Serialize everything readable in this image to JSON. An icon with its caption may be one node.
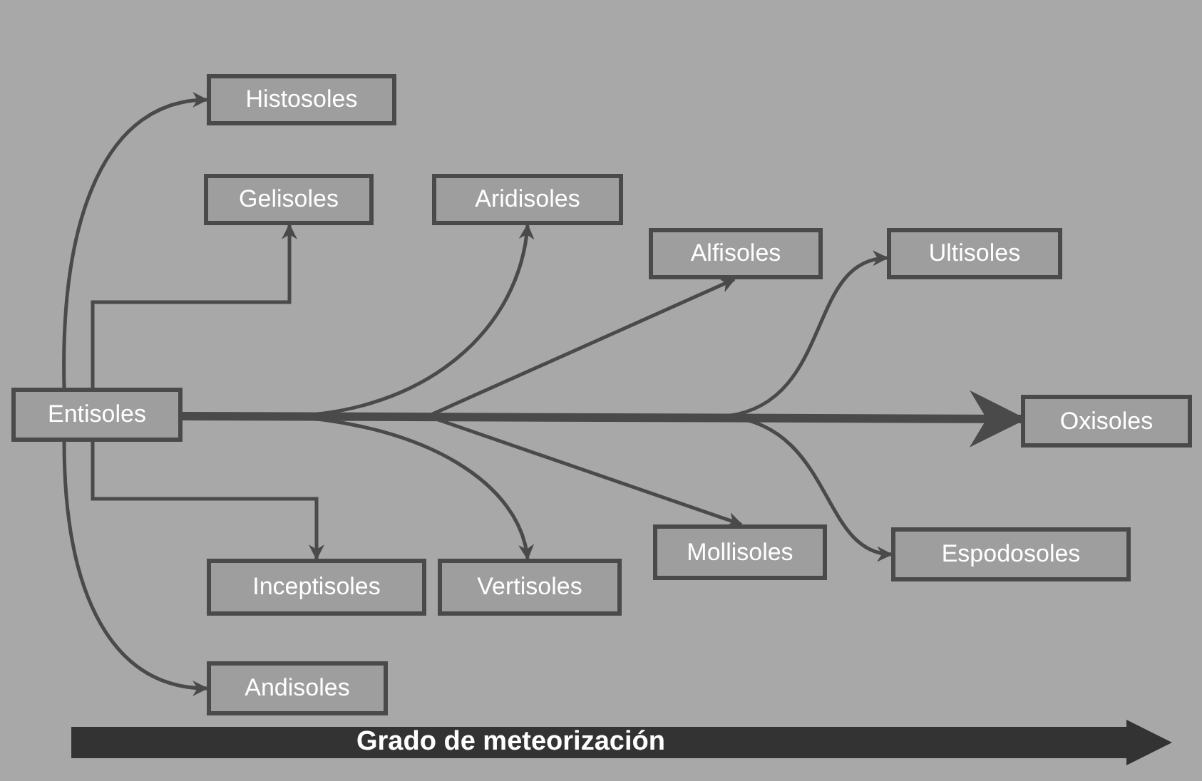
{
  "diagram": {
    "nodes": [
      {
        "text": [
          "Entisoles"
        ]
      },
      {
        "text": [
          "Histosoles"
        ]
      },
      {
        "text": [
          "Gelisoles"
        ]
      },
      {
        "text": [
          "Aridisoles"
        ]
      },
      {
        "text": [
          "Alfisoles"
        ]
      },
      {
        "text": [
          "Ultisoles"
        ]
      },
      {
        "text": [
          "Oxisoles"
        ]
      },
      {
        "text": [
          "Inceptisoles"
        ]
      },
      {
        "text": [
          "Vertisoles"
        ]
      },
      {
        "text": [
          "Mollisoles"
        ]
      },
      {
        "text": [
          "Espodosoles"
        ]
      },
      {
        "text": [
          "Andisoles"
        ]
      }
    ],
    "edges": [
      {
        "from": 0,
        "to": 1,
        "arrow": "to"
      },
      {
        "from": 0,
        "to": 2,
        "arrow": "to"
      },
      {
        "from": 0,
        "to": 3,
        "arrow": "to"
      },
      {
        "from": 0,
        "to": 4,
        "arrow": "to"
      },
      {
        "from": 0,
        "to": 5,
        "arrow": "to"
      },
      {
        "from": 0,
        "to": 6,
        "arrow": "to",
        "style": "thick"
      },
      {
        "from": 0,
        "to": 7,
        "arrow": "to"
      },
      {
        "from": 0,
        "to": 8,
        "arrow": "to"
      },
      {
        "from": 0,
        "to": 9,
        "arrow": "to"
      },
      {
        "from": 0,
        "to": 10,
        "arrow": "to"
      },
      {
        "from": 0,
        "to": 11,
        "arrow": "to"
      }
    ],
    "labels": [
      "Grado de meteorización"
    ]
  }
}
